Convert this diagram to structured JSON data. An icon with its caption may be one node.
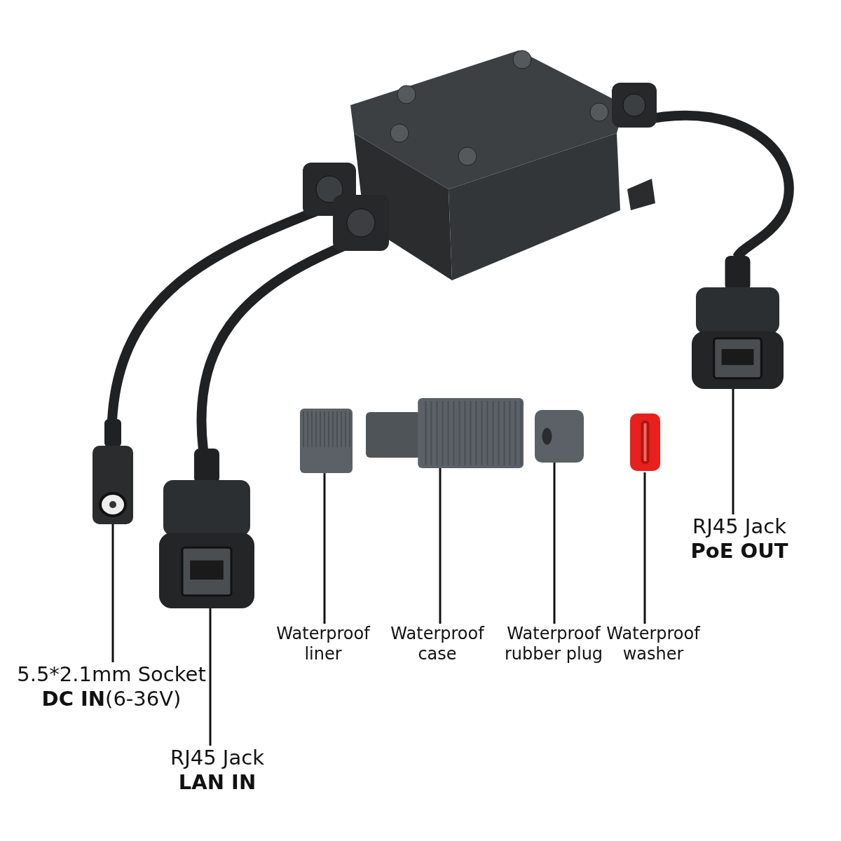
{
  "diagram": {
    "nodes": [
      {
        "text": [],
        "shape": "picture"
      },
      {
        "text": [],
        "shape": "picture"
      },
      {
        "text": [],
        "shape": "picture"
      },
      {
        "text": [],
        "shape": "picture"
      },
      {
        "text": [],
        "shape": "picture"
      },
      {
        "text": [],
        "shape": "picture"
      },
      {
        "text": [],
        "shape": "picture"
      },
      {
        "text": [
          "5.5*2.1mm Socket",
          "**DC IN**(6-36V)"
        ]
      },
      {
        "text": [
          "RJ45 Jack",
          "LAN IN"
        ]
      },
      {
        "text": [
          "RJ45 Jack",
          "PoE OUT"
        ]
      },
      {
        "text": [
          "Waterproof liner"
        ]
      },
      {
        "text": [
          "Waterproof case"
        ]
      },
      {
        "text": [
          "Waterproof rubber plug"
        ]
      },
      {
        "text": [
          "Waterproof washer"
        ]
      }
    ],
    "edges": [
      {
        "from": 7,
        "to": 0,
        "arrow": "none"
      },
      {
        "from": 8,
        "to": 1,
        "arrow": "none"
      },
      {
        "from": 9,
        "to": 2,
        "arrow": "none"
      },
      {
        "from": 10,
        "to": 3,
        "arrow": "none"
      },
      {
        "from": 11,
        "to": 4,
        "arrow": "none"
      },
      {
        "from": 12,
        "to": 5,
        "arrow": "none"
      },
      {
        "from": 13,
        "to": 6,
        "arrow": "none"
      }
    ]
  }
}
